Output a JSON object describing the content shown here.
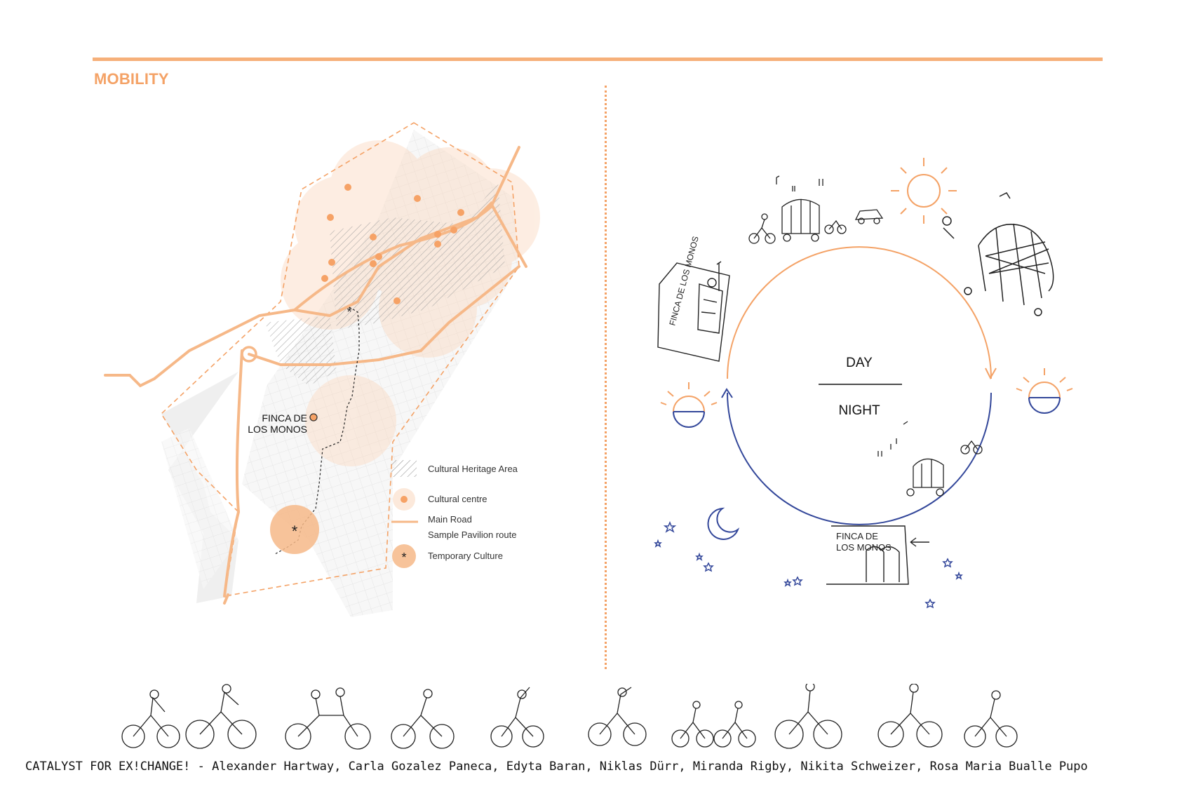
{
  "header": {
    "title": "MOBILITY"
  },
  "map": {
    "place_label_line1": "FINCA DE",
    "place_label_line2": "LOS MONOS",
    "legend": [
      {
        "label": "Cultural Heritage Area",
        "icon": "hatch-swatch-icon"
      },
      {
        "label": "Cultural centre",
        "icon": "dot-icon"
      },
      {
        "label": "Main Road",
        "icon": "line-icon"
      },
      {
        "label": "Sample Pavilion route",
        "icon": "dashed-line-icon"
      },
      {
        "label": "Temporary Culture",
        "icon": "asterisk-circle-icon"
      }
    ]
  },
  "cycle": {
    "day_label": "DAY",
    "night_label": "NIGHT",
    "sketch_sign_top": "FINCA DE LOS MONOS",
    "sketch_sign_bottom_line1": "FINCA DE",
    "sketch_sign_bottom_line2": "LOS MONOS"
  },
  "footer": {
    "credit": "CATALYST FOR EX!CHANGE! - Alexander Hartway, Carla Gozalez Paneca, Edyta Baran, Niklas Dürr, Miranda Rigby, Nikita Schweizer, Rosa Maria Bualle Pupo"
  },
  "colors": {
    "accent_orange": "#f4a266",
    "night_blue": "#33479a",
    "ink": "#222222"
  }
}
